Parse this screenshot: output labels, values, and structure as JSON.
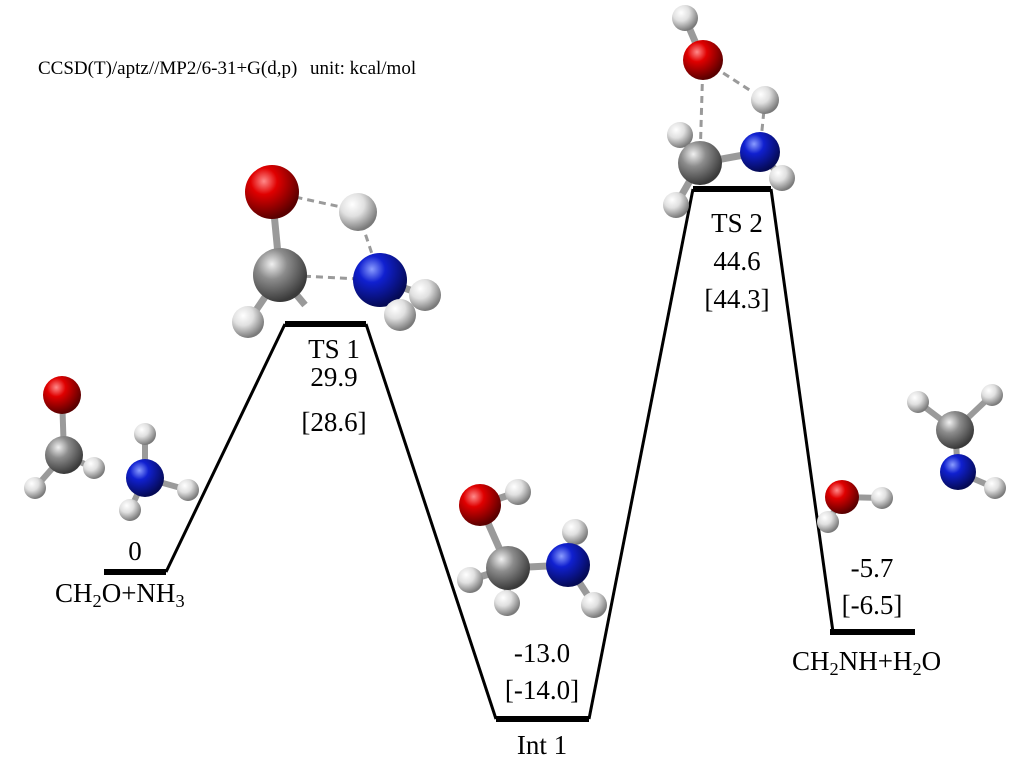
{
  "header": {
    "method": "CCSD(T)/aptz//MP2/6-31+G(d,p)",
    "unit": "unit: kcal/mol"
  },
  "species": [
    {
      "id": "reactant",
      "name_parts": [
        "CH",
        "2",
        "O+NH",
        "3"
      ],
      "value": "0",
      "alt": ""
    },
    {
      "id": "ts1",
      "name": "TS 1",
      "value": "29.9",
      "alt": "[28.6]"
    },
    {
      "id": "int1",
      "name": "Int 1",
      "value": "-13.0",
      "alt": "[-14.0]"
    },
    {
      "id": "ts2",
      "name": "TS 2",
      "value": "44.6",
      "alt": "[44.3]"
    },
    {
      "id": "product",
      "name_parts": [
        "CH",
        "2",
        "NH+H",
        "2",
        "O"
      ],
      "value": "-5.7",
      "alt": "[-6.5]"
    }
  ],
  "atom_colors": {
    "O": "#e00000",
    "N": "#1020d0",
    "C": "#8c8c8c",
    "H": "#e6e6e6"
  },
  "icons": [
    "molecule-reactant",
    "molecule-ts1",
    "molecule-int1",
    "molecule-ts2",
    "molecule-product"
  ]
}
